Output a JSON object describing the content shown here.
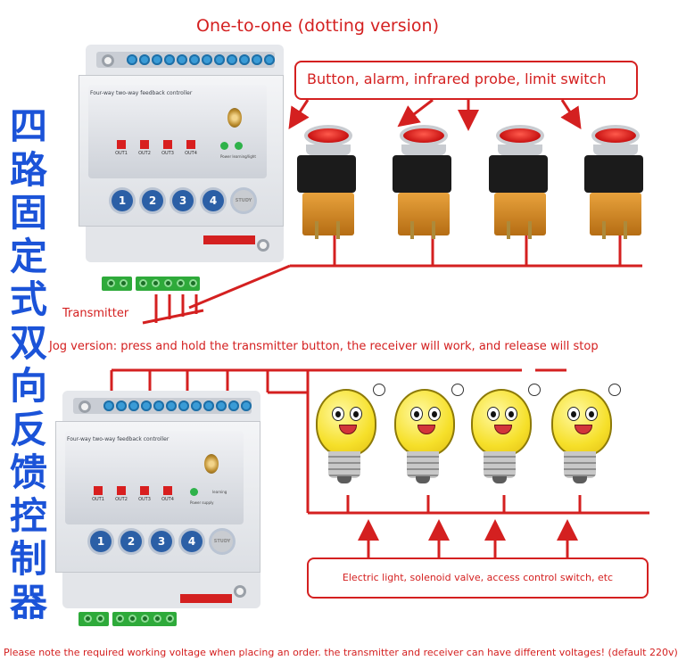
{
  "top_title": "One-to-one (dotting version)",
  "vertical_title": [
    "四",
    "路",
    "固",
    "定",
    "式",
    "双",
    "向",
    "反",
    "馈",
    "控",
    "制",
    "器"
  ],
  "callout_inputs": "Button, alarm, infrared probe, limit switch",
  "label_transmitter": "Transmitter",
  "label_jog": "Jog version: press and hold the transmitter button, the receiver will work, and release will stop",
  "callout_outputs": "Electric light, solenoid valve, access control switch, etc",
  "bottom_note": "Please note the required working voltage when placing an order. the transmitter and receiver can have different voltages! (default 220v)",
  "device": {
    "title": "Four-way two-way feedback controller",
    "outputs": [
      "OUT1",
      "OUT2",
      "OUT3",
      "OUT4"
    ],
    "led_label": "Power learning/light",
    "led_label_2": "Power supply",
    "led_label_3": "learning",
    "buttons": [
      "1",
      "2",
      "3",
      "4"
    ],
    "learn_button": "STUDY"
  },
  "colors": {
    "accent_red": "#d42020",
    "title_blue": "#1b53d8",
    "button_blue": "#2b5fa6"
  }
}
